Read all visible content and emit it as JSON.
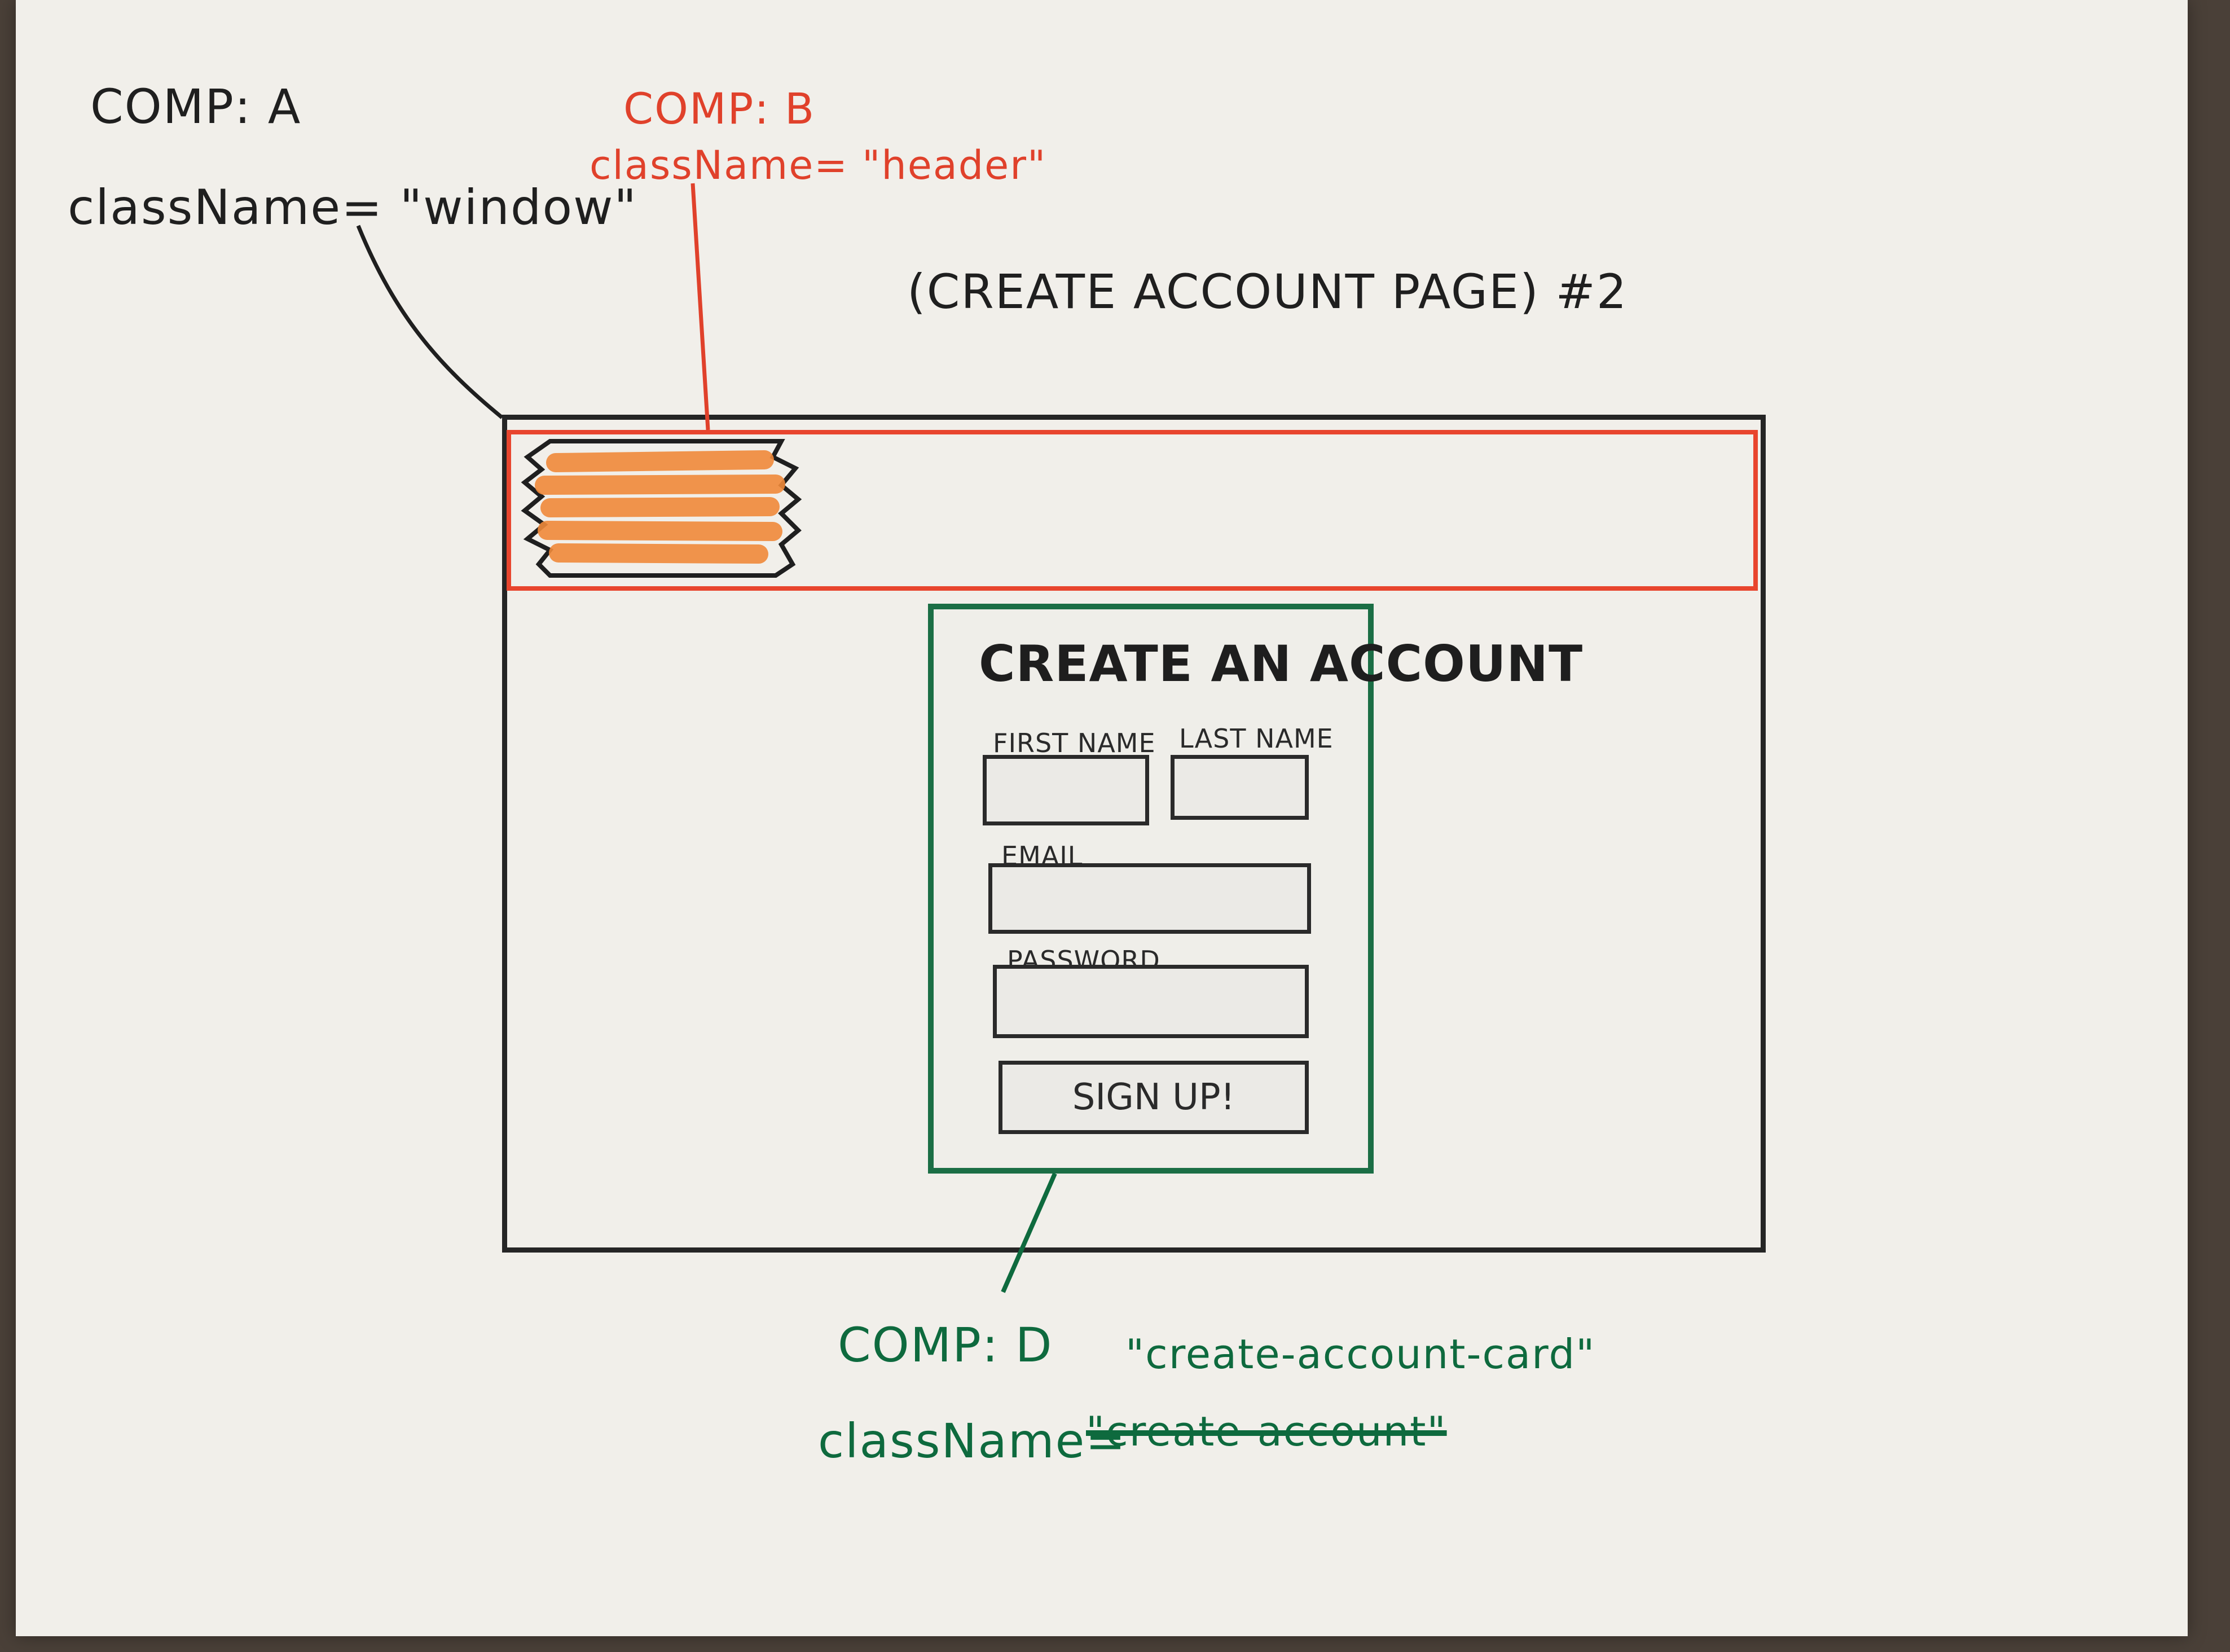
{
  "annotations": {
    "comp_a_label": "COMP: A",
    "comp_a_classname": "className= \"window\"",
    "comp_b_label": "COMP: B",
    "comp_b_classname": "className= \"header\"",
    "page_title": "(CREATE ACCOUNT PAGE) #2",
    "comp_d_label": "COMP: D",
    "comp_d_new_classname": "\"create-account-card\"",
    "comp_d_classname_prefix": "className=",
    "comp_d_old_classname": "\"create-account\""
  },
  "card": {
    "title": "CREATE AN ACCOUNT",
    "first_name_label": "FIRST NAME",
    "last_name_label": "LAST NAME",
    "email_label": "EMAIL",
    "password_label": "PASSWORD",
    "signup_label": "SIGN UP!"
  },
  "colors": {
    "black_ink": "#1f1f1f",
    "red_ink": "#e0412b",
    "green_ink": "#0e6a3e",
    "logo_orange": "#f08a3a",
    "paper": "#f1efea"
  }
}
